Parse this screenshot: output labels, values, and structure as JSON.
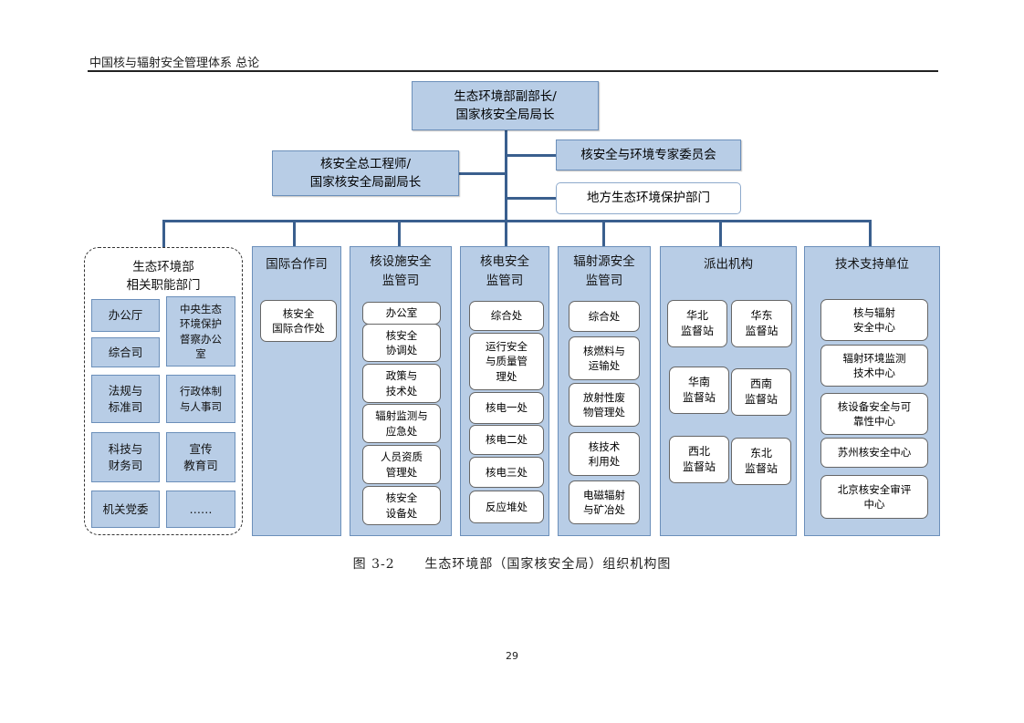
{
  "header": {
    "title": "中国核与辐射安全管理体系  总论"
  },
  "top": {
    "head": "生态环境部副部长/\n国家核安全局局长",
    "engineer": "核安全总工程师/\n国家核安全局副局长",
    "expert": "核安全与环境专家委员会",
    "local": "地方生态环境保护部门"
  },
  "related": {
    "title": "生态环境部\n相关职能部门",
    "items": [
      "办公厅",
      "中央生态\n环境保护\n督察办公\n室",
      "综合司",
      "法规与\n标准司",
      "行政体制\n与人事司",
      "科技与\n财务司",
      "宣传\n教育司",
      "机关党委",
      "……"
    ]
  },
  "columns": [
    {
      "title": "国际合作司",
      "items": [
        "核安全\n国际合作处"
      ]
    },
    {
      "title": "核设施安全\n监管司",
      "items": [
        "办公室",
        "核安全\n协调处",
        "政策与\n技术处",
        "辐射监测与\n应急处",
        "人员资质\n管理处",
        "核安全\n设备处"
      ]
    },
    {
      "title": "核电安全\n监管司",
      "items": [
        "综合处",
        "运行安全\n与质量管\n理处",
        "核电一处",
        "核电二处",
        "核电三处",
        "反应堆处"
      ]
    },
    {
      "title": "辐射源安全\n监管司",
      "items": [
        "综合处",
        "核燃料与\n运输处",
        "放射性废\n物管理处",
        "核技术\n利用处",
        "电磁辐射\n与矿冶处"
      ]
    },
    {
      "title": "派出机构",
      "items": [
        "华北\n监督站",
        "华东\n监督站",
        "华南\n监督站",
        "西南\n监督站",
        "西北\n监督站",
        "东北\n监督站"
      ]
    },
    {
      "title": "技术支持单位",
      "items": [
        "核与辐射\n安全中心",
        "辐射环境监测\n技术中心",
        "核设备安全与可\n靠性中心",
        "苏州核安全中心",
        "北京核安全审评\n中心"
      ]
    }
  ],
  "caption": "图 3-2      生态环境部（国家核安全局）组织机构图",
  "page_number": "29"
}
